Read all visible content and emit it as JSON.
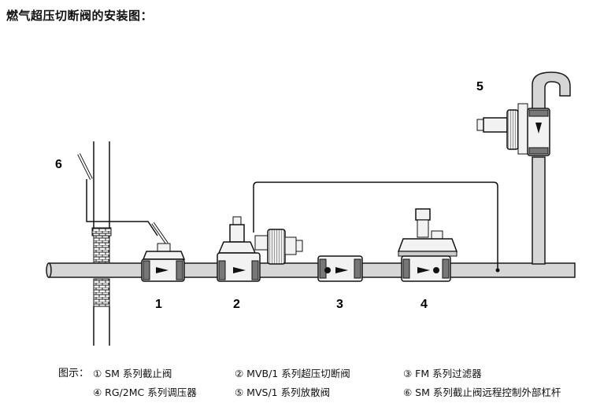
{
  "title": "燃气超压切断阀的安装图：",
  "labels": {
    "n1": "1",
    "n2": "2",
    "n3": "3",
    "n4": "4",
    "n5": "5",
    "n6": "6"
  },
  "legend": {
    "heading": "图示：",
    "items": [
      "① SM 系列截止阀",
      "② MVB/1 系列超压切断阀",
      "③ FM 系列过滤器",
      "④ RG/2MC 系列调压器",
      "⑤ MVS/1 系列放散阀",
      "⑥ SM 系列截止阀远程控制外部杠杆"
    ]
  },
  "colors": {
    "pipe_fill": "#d6d6d6",
    "outline": "#1a1a1a",
    "valve_fill": "#f2f2f2"
  }
}
